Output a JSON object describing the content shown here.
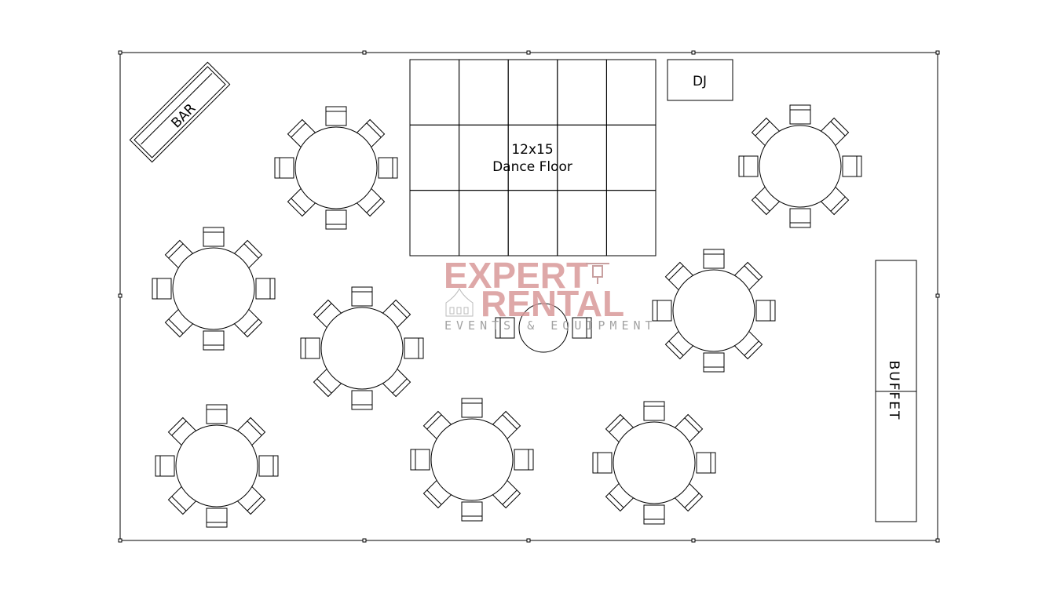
{
  "layout": {
    "dance_floor": {
      "size": "12x15",
      "label": "Dance Floor",
      "cols": 5,
      "rows": 3
    },
    "dj_label": "DJ",
    "bar_label": "BAR",
    "buffet_label": "BUFFET",
    "tables": {
      "round_tables": 8,
      "chairs_per_table": 8,
      "small_table_chairs": 2
    }
  },
  "watermark": {
    "line1": "EXPERT",
    "line2": "RENTAL",
    "line3": "EVENTS & EQUIPMENT",
    "color": "#d9999a"
  }
}
